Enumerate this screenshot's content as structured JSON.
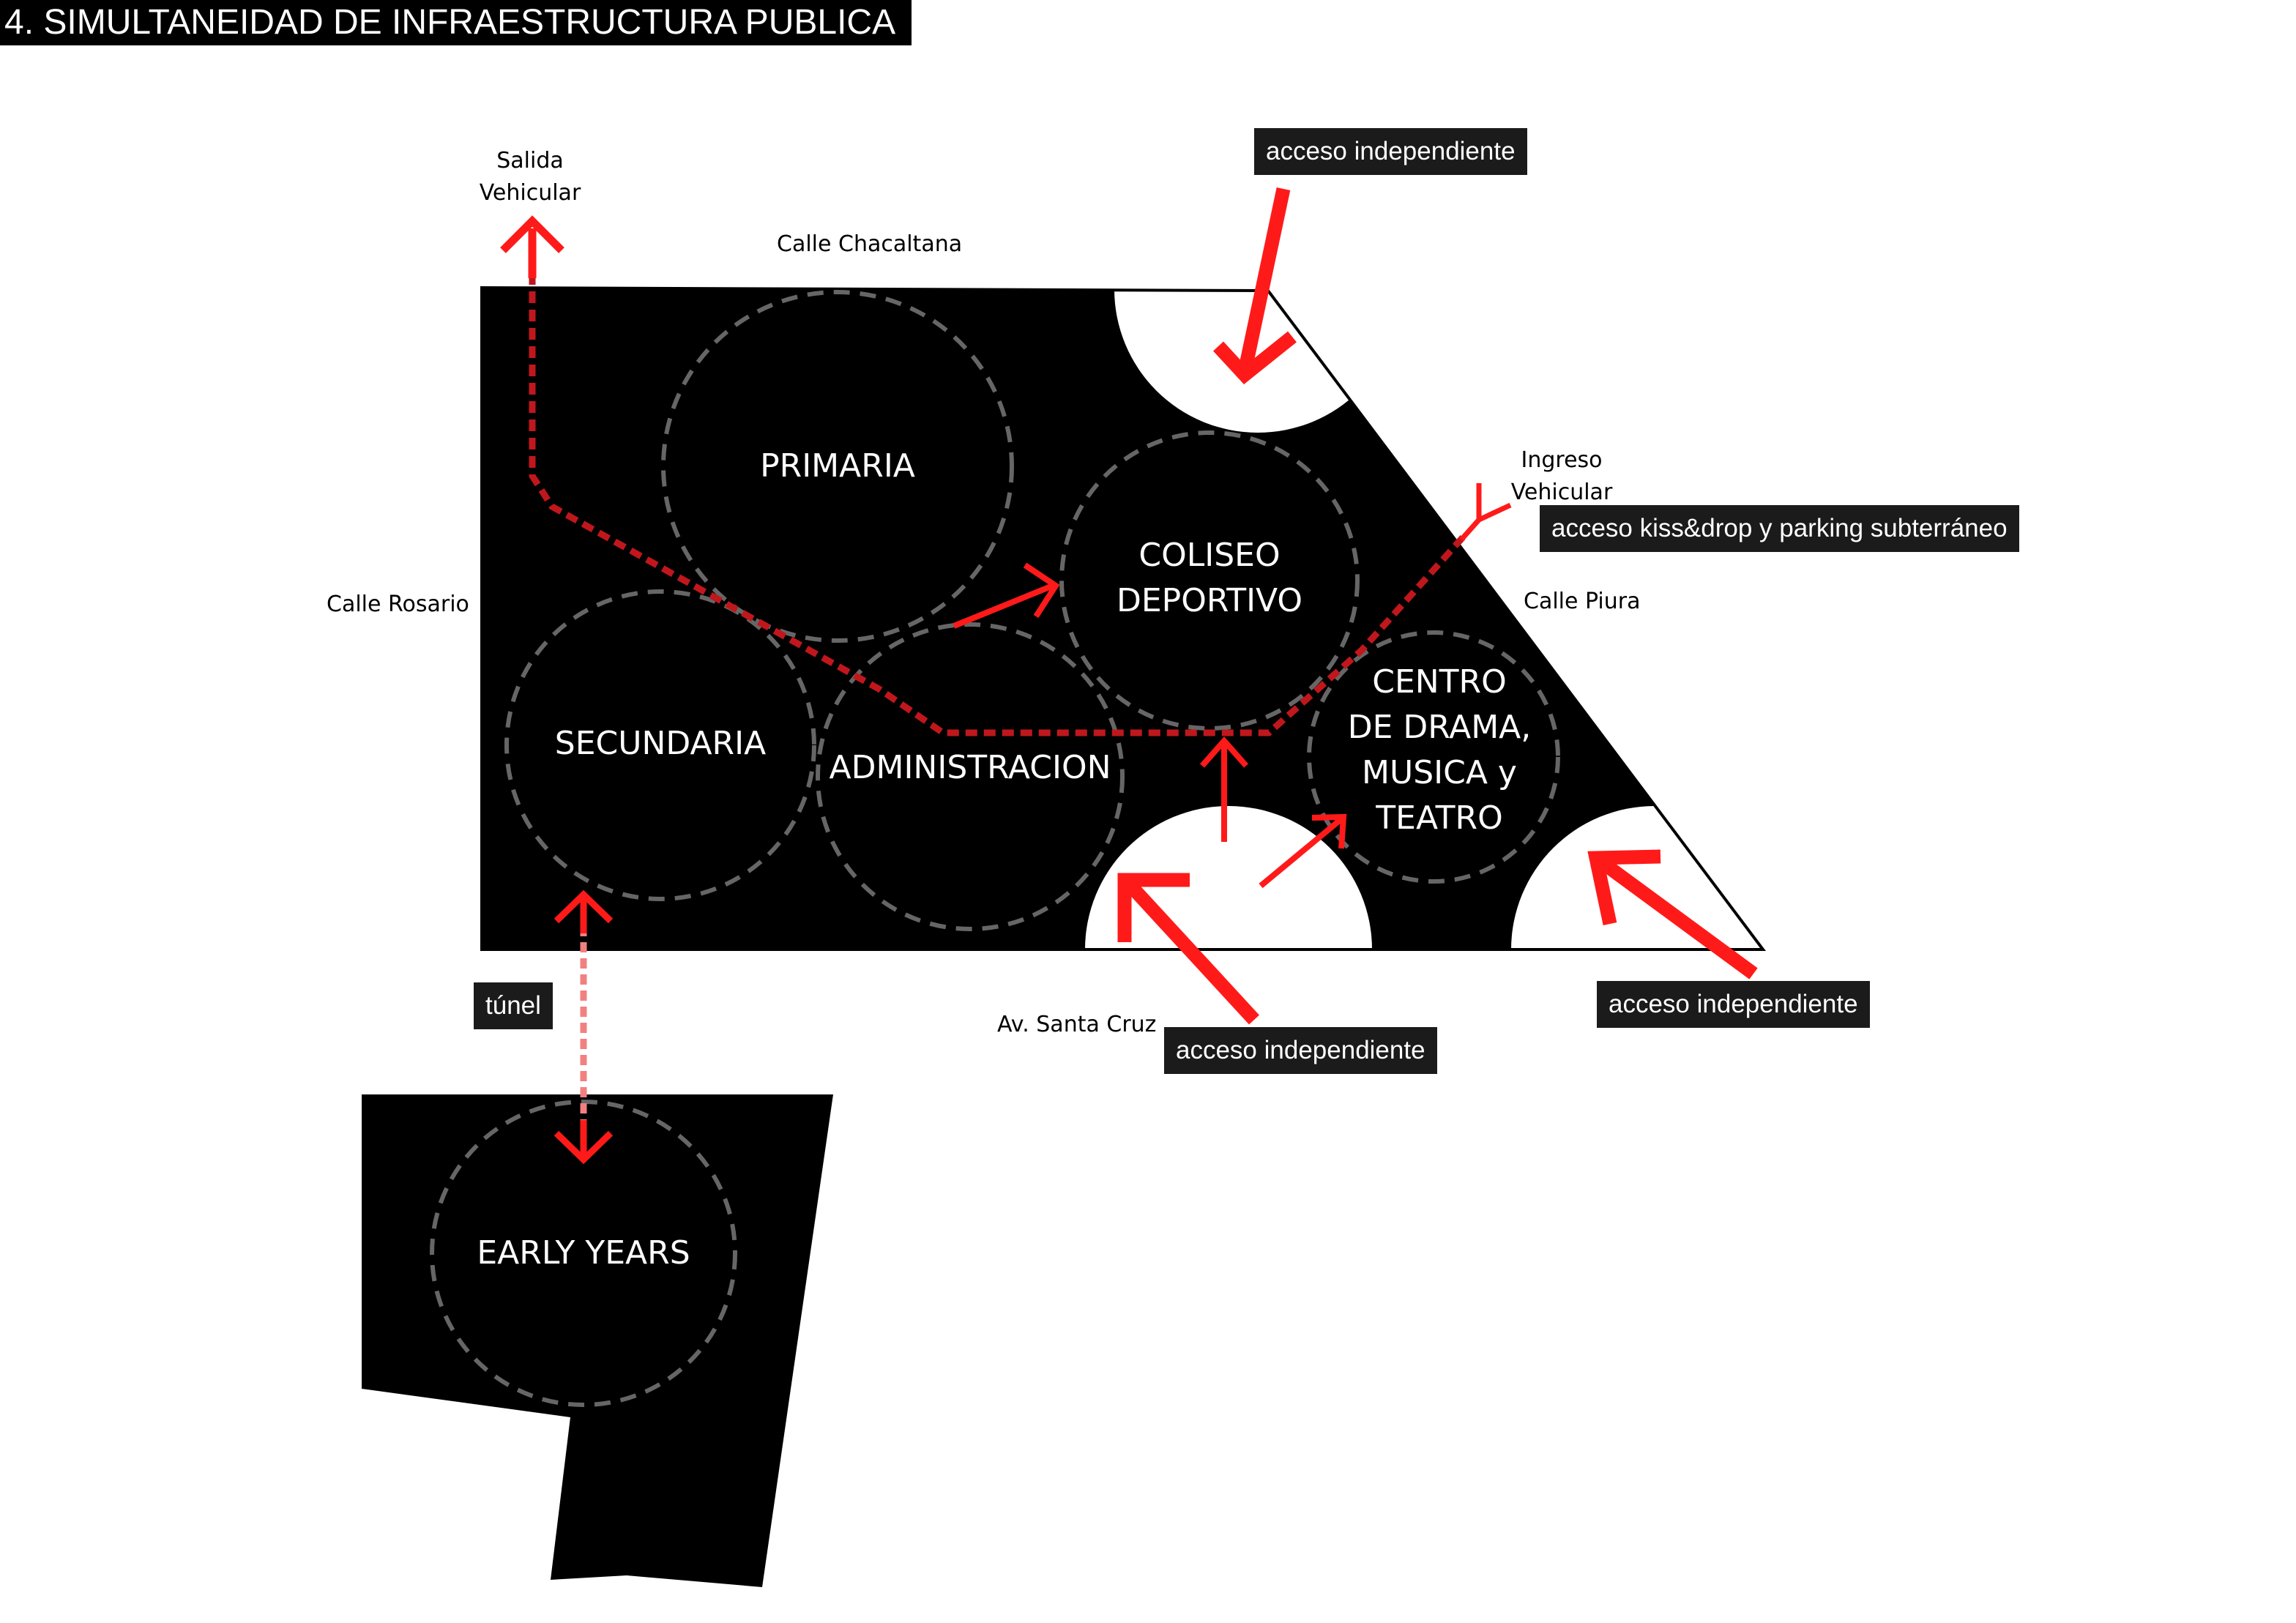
{
  "title": "4. SIMULTANEIDAD DE INFRAESTRUCTURA PUBLICA",
  "streets": {
    "salida_line1": "Salida",
    "salida_line2": "Vehicular",
    "chacaltana": "Calle Chacaltana",
    "rosario": "Calle Rosario",
    "ingreso_line1": "Ingreso",
    "ingreso_line2": "Vehicular",
    "piura": "Calle Piura",
    "santa_cruz": "Av. Santa Cruz"
  },
  "tags": {
    "acceso_top": "acceso independiente",
    "kiss_drop": "acceso kiss&drop y parking subterráneo",
    "acceso_bottom_center": "acceso independiente",
    "acceso_bottom_right": "acceso independiente",
    "tunel": "túnel"
  },
  "zones": {
    "primaria": "PRIMARIA",
    "coliseo_line1": "COLISEO",
    "coliseo_line2": "DEPORTIVO",
    "secundaria": "SECUNDARIA",
    "administracion": "ADMINISTRACION",
    "centro_line1": "CENTRO",
    "centro_line2": "DE DRAMA,",
    "centro_line3": "MUSICA y",
    "centro_line4": "TEATRO",
    "early_years": "EARLY YEARS"
  },
  "colors": {
    "block": "#000000",
    "arrow": "#ff1a1a",
    "route": "#c0171d",
    "tunnel": "#f28080",
    "circle_dash": "#666666",
    "tag_bg": "#1b1b1b"
  }
}
